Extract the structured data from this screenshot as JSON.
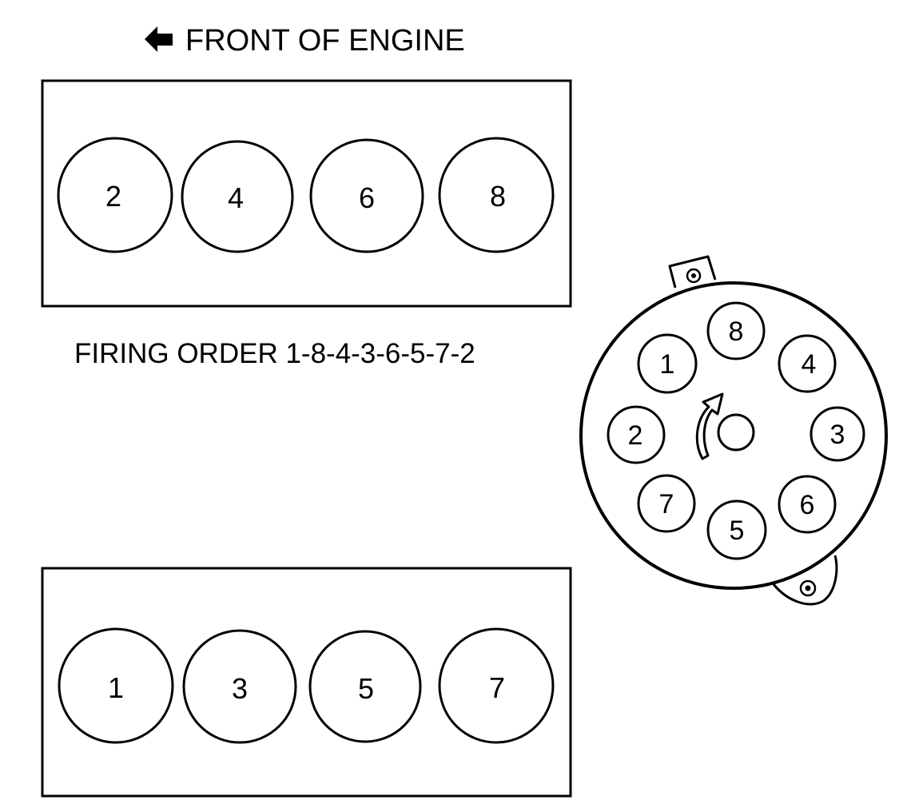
{
  "header": {
    "front_label": "FRONT OF ENGINE"
  },
  "banks": {
    "upper": {
      "cylinders": [
        "2",
        "4",
        "6",
        "8"
      ]
    },
    "lower": {
      "cylinders": [
        "1",
        "3",
        "5",
        "7"
      ]
    }
  },
  "firing_order": {
    "label": "FIRING ORDER 1-8-4-3-6-5-7-2"
  },
  "distributor": {
    "terminals": [
      "8",
      "4",
      "3",
      "6",
      "5",
      "7",
      "2",
      "1"
    ],
    "rotation": "clockwise"
  },
  "colors": {
    "ink": "#000000",
    "paper": "#ffffff"
  }
}
